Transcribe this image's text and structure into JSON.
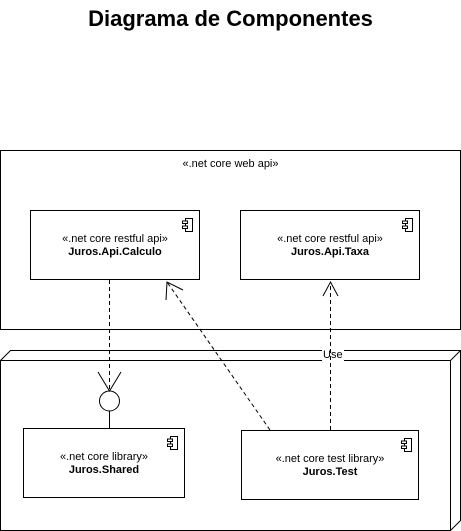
{
  "title": "Diagrama de Componentes",
  "web_api_container": {
    "stereotype": "«.net core web api»"
  },
  "node_container": {
    "label": "Use"
  },
  "components": {
    "calculo": {
      "stereotype": "«.net core restful api»",
      "name": "Juros.Api.Calculo"
    },
    "taxa": {
      "stereotype": "«.net core restful api»",
      "name": "Juros.Api.Taxa"
    },
    "shared": {
      "stereotype": "«.net core library»",
      "name": "Juros.Shared"
    },
    "test": {
      "stereotype": "«.net core test library»",
      "name": "Juros.Test"
    }
  },
  "icons": {
    "component": "component-icon",
    "interface": "lollipop-interface-icon"
  }
}
